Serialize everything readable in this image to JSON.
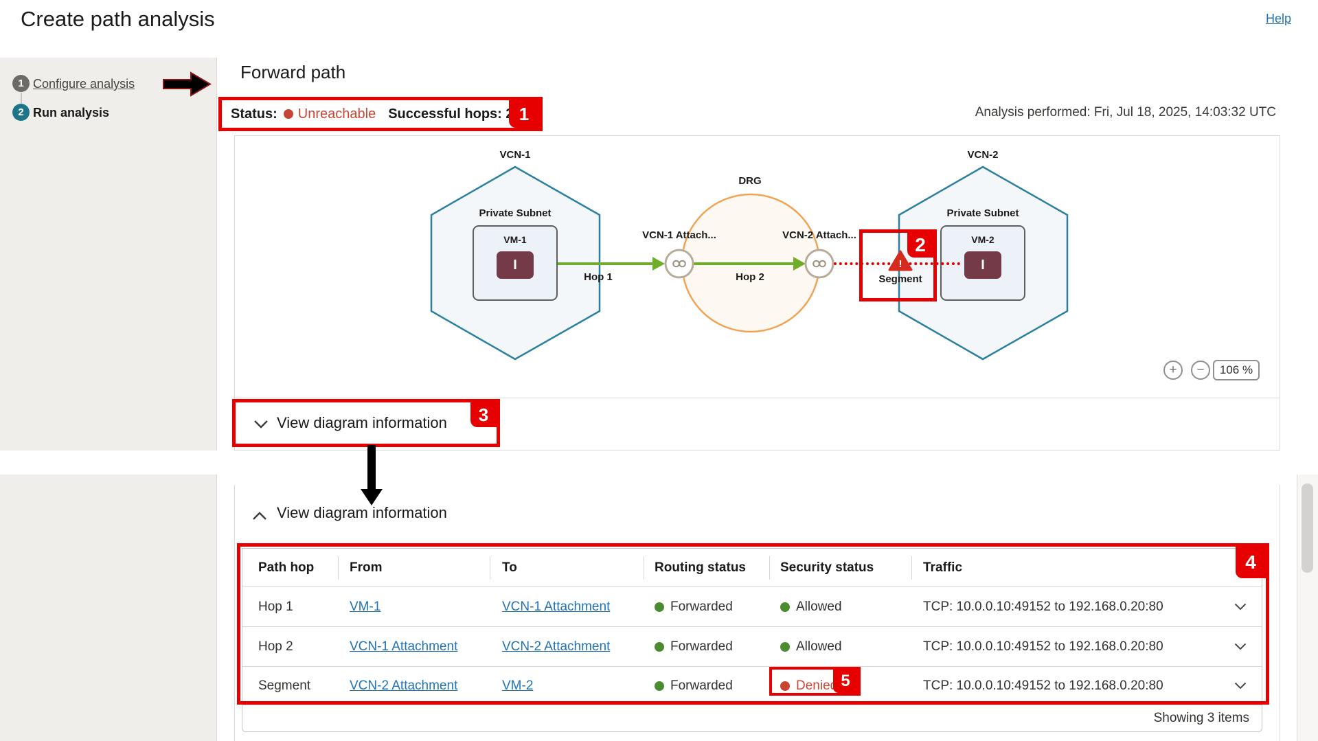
{
  "header": {
    "title": "Create path analysis",
    "help": "Help"
  },
  "stepper": {
    "steps": [
      {
        "number": "1",
        "label": "Configure analysis"
      },
      {
        "number": "2",
        "label": "Run analysis"
      }
    ]
  },
  "forward": {
    "heading": "Forward path",
    "status_label": "Status:",
    "status_value": "Unreachable",
    "hops_text": "Successful hops: 2",
    "performed": "Analysis performed: Fri, Jul 18, 2025, 14:03:32 UTC"
  },
  "diagram": {
    "vcn1": {
      "title": "VCN-1",
      "subnet_label": "Private Subnet",
      "vm_label": "VM-1",
      "instance_glyph": "I"
    },
    "drg": {
      "title": "DRG",
      "attachment1": "VCN-1 Attach...",
      "attachment2": "VCN-2 Attach..."
    },
    "vcn2": {
      "title": "VCN-2",
      "subnet_label": "Private Subnet",
      "vm_label": "VM-2",
      "instance_glyph": "I"
    },
    "hop1_label": "Hop 1",
    "hop2_label": "Hop 2",
    "segment_label": "Segment",
    "warning_glyph": "!",
    "zoom": {
      "plus": "+",
      "minus": "−",
      "value": "106 %"
    }
  },
  "sections": {
    "collapsed_label": "View diagram information",
    "expanded_label": "View diagram information"
  },
  "annotations": {
    "n1": "1",
    "n2": "2",
    "n3": "3",
    "n4": "4",
    "n5": "5"
  },
  "table": {
    "headers": [
      "Path hop",
      "From",
      "To",
      "Routing status",
      "Security status",
      "Traffic"
    ],
    "rows": [
      {
        "hop": "Hop 1",
        "from": "VM-1",
        "to": "VCN-1 Attachment",
        "routing": "Forwarded",
        "security": "Allowed",
        "traffic": "TCP: 10.0.0.10:49152 to 192.168.0.20:80"
      },
      {
        "hop": "Hop 2",
        "from": "VCN-1 Attachment",
        "to": "VCN-2 Attachment",
        "routing": "Forwarded",
        "security": "Allowed",
        "traffic": "TCP: 10.0.0.10:49152 to 192.168.0.20:80"
      },
      {
        "hop": "Segment",
        "from": "VCN-2 Attachment",
        "to": "VM-2",
        "routing": "Forwarded",
        "security": "Denied",
        "traffic": "TCP: 10.0.0.10:49152 to 192.168.0.20:80"
      }
    ],
    "footer": "Showing 3 items"
  },
  "colors": {
    "annotation_red": "#e60000",
    "status_red": "#c74634",
    "status_green": "#4a8c2f",
    "link_blue": "#2173b5",
    "hexagon_stroke": "#2d7f9e",
    "drg_orange": "#f0a355",
    "instance_maroon": "#753a47",
    "step_teal": "#1e7587",
    "arrow_green": "#6fae2c"
  }
}
